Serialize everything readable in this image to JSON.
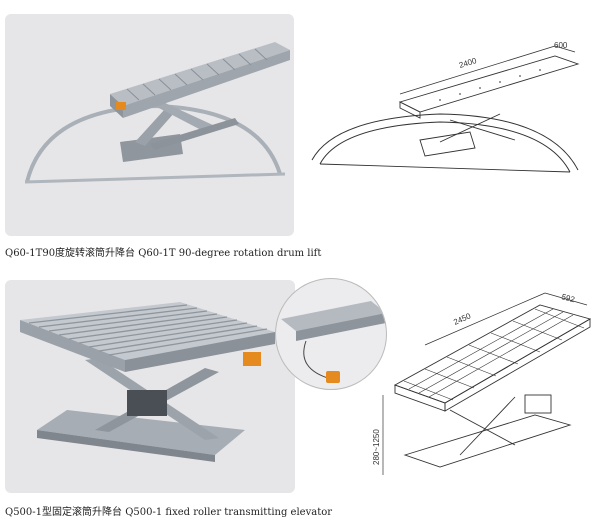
{
  "products": [
    {
      "caption": "Q60-1T90度旋转滚筒升降台   Q60-1T 90-degree rotation drum lift",
      "drawing_dims": {
        "length": "2400",
        "width": "600"
      }
    },
    {
      "caption": "Q500-1型固定滚筒升降台   Q500-1 fixed roller transmitting elevator",
      "drawing_dims": {
        "length": "2450",
        "width": "592",
        "height": "280~1250"
      }
    }
  ]
}
